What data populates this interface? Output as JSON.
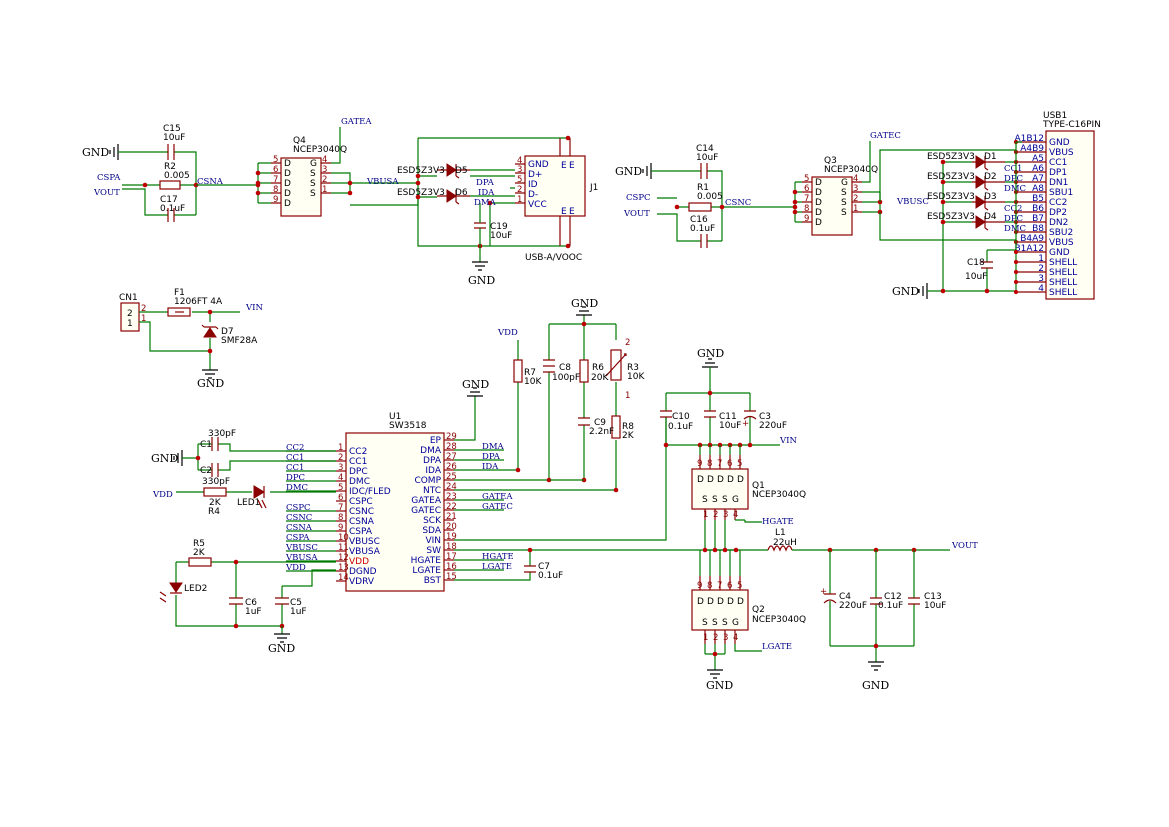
{
  "ground_label": "GND",
  "nets": {
    "cspa": "CSPA",
    "vout": "VOUT",
    "csna": "CSNA",
    "gatea": "GATEA",
    "vbusa": "VBUSA",
    "dpa": "DPA",
    "ida": "IDA",
    "dma": "DMA",
    "cspc": "CSPC",
    "csnc": "CSNC",
    "gatec": "GATEC",
    "vbusc": "VBUSC",
    "vin": "VIN",
    "vdd": "VDD",
    "cc1": "CC1",
    "cc2": "CC2",
    "dpc": "DPC",
    "dmc": "DMC",
    "hgate": "HGATE",
    "lgate": "LGATE"
  },
  "components": {
    "c15": {
      "ref": "C15",
      "value": "10uF"
    },
    "r2": {
      "ref": "R2",
      "value": "0.005"
    },
    "c17": {
      "ref": "C17",
      "value": "0.1uF"
    },
    "q4": {
      "ref": "Q4",
      "value": "NCEP3040Q"
    },
    "d5": {
      "ref": "D5",
      "value": "ESD5Z3V3"
    },
    "d6": {
      "ref": "D6",
      "value": "ESD5Z3V3"
    },
    "c19": {
      "ref": "C19",
      "value": "10uF"
    },
    "j1": {
      "ref": "J1",
      "value": "USB-A/VOOC"
    },
    "c14": {
      "ref": "C14",
      "value": "10uF"
    },
    "r1": {
      "ref": "R1",
      "value": "0.005"
    },
    "c16": {
      "ref": "C16",
      "value": "0.1uF"
    },
    "q3": {
      "ref": "Q3",
      "value": "NCEP3040Q"
    },
    "d1": {
      "ref": "D1",
      "value": "ESD5Z3V3"
    },
    "d2": {
      "ref": "D2",
      "value": "ESD5Z3V3"
    },
    "d3": {
      "ref": "D3",
      "value": "ESD5Z3V3"
    },
    "d4": {
      "ref": "D4",
      "value": "ESD5Z3V3"
    },
    "c18": {
      "ref": "C18",
      "value": "10uF"
    },
    "usb1": {
      "ref": "USB1",
      "value": "TYPE-C16PIN"
    },
    "cn1": {
      "ref": "CN1"
    },
    "f1": {
      "ref": "F1",
      "value": "1206FT 4A"
    },
    "d7": {
      "ref": "D7",
      "value": "SMF28A"
    },
    "r7": {
      "ref": "R7",
      "value": "10K"
    },
    "c8": {
      "ref": "C8",
      "value": "100pF"
    },
    "r6": {
      "ref": "R6",
      "value": "20K"
    },
    "r3": {
      "ref": "R3",
      "value": "10K"
    },
    "c9": {
      "ref": "C9",
      "value": "2.2nF"
    },
    "r8": {
      "ref": "R8",
      "value": "2K"
    },
    "c1": {
      "ref": "C1",
      "value": "330pF"
    },
    "c2": {
      "ref": "C2",
      "value": "330pF"
    },
    "r4": {
      "ref": "R4",
      "value": "2K"
    },
    "led1": {
      "ref": "LED1"
    },
    "u1": {
      "ref": "U1",
      "value": "SW3518"
    },
    "r5": {
      "ref": "R5",
      "value": "2K"
    },
    "led2": {
      "ref": "LED2"
    },
    "c6": {
      "ref": "C6",
      "value": "1uF"
    },
    "c5": {
      "ref": "C5",
      "value": "1uF"
    },
    "c7": {
      "ref": "C7",
      "value": "0.1uF"
    },
    "c10": {
      "ref": "C10",
      "value": "0.1uF"
    },
    "c11": {
      "ref": "C11",
      "value": "10uF"
    },
    "c3": {
      "ref": "C3",
      "value": "220uF"
    },
    "q1": {
      "ref": "Q1",
      "value": "NCEP3040Q"
    },
    "q2": {
      "ref": "Q2",
      "value": "NCEP3040Q"
    },
    "l1": {
      "ref": "L1",
      "value": "22uH"
    },
    "c4": {
      "ref": "C4",
      "value": "220uF"
    },
    "c12": {
      "ref": "C12",
      "value": "0.1uF"
    },
    "c13": {
      "ref": "C13",
      "value": "10uF"
    }
  },
  "u1_left_pins": [
    {
      "num": "1",
      "name": "CC2",
      "net": "CC2"
    },
    {
      "num": "2",
      "name": "CC1",
      "net": "CC1"
    },
    {
      "num": "3",
      "name": "DPC",
      "net": "CC1"
    },
    {
      "num": "4",
      "name": "DMC",
      "net": "DPC"
    },
    {
      "num": "5",
      "name": "IDC/FLED",
      "net": "DMC"
    },
    {
      "num": "6",
      "name": "CSPC",
      "net": ""
    },
    {
      "num": "7",
      "name": "CSNC",
      "net": "CSPC"
    },
    {
      "num": "8",
      "name": "CSNA",
      "net": "CSNC"
    },
    {
      "num": "9",
      "name": "CSPA",
      "net": "CSNA"
    },
    {
      "num": "10",
      "name": "VBUSC",
      "net": "CSPA"
    },
    {
      "num": "11",
      "name": "VBUSA",
      "net": "VBUSC"
    },
    {
      "num": "12",
      "name": "VDD",
      "net": "VBUSA"
    },
    {
      "num": "13",
      "name": "DGND",
      "net": "VDD"
    },
    {
      "num": "14",
      "name": "VDRV",
      "net": ""
    }
  ],
  "u1_right_pins": [
    {
      "num": "29",
      "name": "EP",
      "net": ""
    },
    {
      "num": "28",
      "name": "DMA",
      "net": "DMA"
    },
    {
      "num": "27",
      "name": "DPA",
      "net": "DPA"
    },
    {
      "num": "26",
      "name": "IDA",
      "net": "IDA"
    },
    {
      "num": "25",
      "name": "COMP",
      "net": ""
    },
    {
      "num": "24",
      "name": "NTC",
      "net": ""
    },
    {
      "num": "23",
      "name": "GATEA",
      "net": "GATEA"
    },
    {
      "num": "22",
      "name": "GATEC",
      "net": "GATEC"
    },
    {
      "num": "21",
      "name": "SCK",
      "net": ""
    },
    {
      "num": "20",
      "name": "SDA",
      "net": ""
    },
    {
      "num": "19",
      "name": "VIN",
      "net": ""
    },
    {
      "num": "18",
      "name": "SW",
      "net": ""
    },
    {
      "num": "17",
      "name": "HGATE",
      "net": "HGATE"
    },
    {
      "num": "16",
      "name": "LGATE",
      "net": "LGATE"
    },
    {
      "num": "15",
      "name": "BST",
      "net": ""
    }
  ],
  "j1_pins": [
    {
      "num": "4",
      "name": "GND",
      "net": ""
    },
    {
      "num": "3",
      "name": "D+",
      "net": "DPA"
    },
    {
      "num": "5",
      "name": "ID",
      "net": "IDA"
    },
    {
      "num": "2",
      "name": "D-",
      "net": ""
    },
    {
      "num": "1",
      "name": "VCC",
      "net": "DMA"
    }
  ],
  "usb1_pins": [
    {
      "num": "A1B12",
      "name": "GND",
      "net": ""
    },
    {
      "num": "A4B9",
      "name": "VBUS",
      "net": ""
    },
    {
      "num": "A5",
      "name": "CC1",
      "net": ""
    },
    {
      "num": "A6",
      "name": "DP1",
      "net": "CC1"
    },
    {
      "num": "A7",
      "name": "DN1",
      "net": "DPC"
    },
    {
      "num": "A8",
      "name": "SBU1",
      "net": "DMC"
    },
    {
      "num": "B5",
      "name": "CC2",
      "net": ""
    },
    {
      "num": "B6",
      "name": "DP2",
      "net": "CC2"
    },
    {
      "num": "B7",
      "name": "DN2",
      "net": "DPC"
    },
    {
      "num": "B8",
      "name": "SBU2",
      "net": "DMC"
    },
    {
      "num": "B4A9",
      "name": "VBUS",
      "net": ""
    },
    {
      "num": "B1A12",
      "name": "GND",
      "net": ""
    },
    {
      "num": "1",
      "name": "SHELL",
      "net": ""
    },
    {
      "num": "2",
      "name": "SHELL",
      "net": ""
    },
    {
      "num": "3",
      "name": "SHELL",
      "net": ""
    },
    {
      "num": "4",
      "name": "SHELL",
      "net": ""
    }
  ],
  "mosfet_pin_names": {
    "d": "D",
    "s": "S",
    "g": "G"
  },
  "cn1_pins": [
    "2",
    "1"
  ]
}
